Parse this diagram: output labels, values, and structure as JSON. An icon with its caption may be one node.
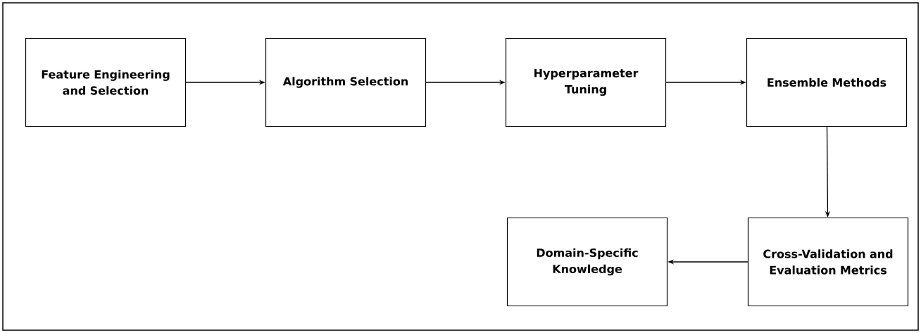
{
  "diagram": {
    "nodes": [
      {
        "text": [
          "Feature Engineering and Selection"
        ]
      },
      {
        "text": [
          "Algorithm Selection"
        ]
      },
      {
        "text": [
          "Hyperparameter Tuning"
        ]
      },
      {
        "text": [
          "Ensemble Methods"
        ]
      },
      {
        "text": [
          "Cross-Validation and Evaluation Metrics"
        ]
      },
      {
        "text": [
          "Domain-Specific Knowledge"
        ]
      }
    ],
    "edges": [
      {
        "from": 0,
        "to": 1,
        "arrow": "to"
      },
      {
        "from": 1,
        "to": 2,
        "arrow": "to"
      },
      {
        "from": 2,
        "to": 3,
        "arrow": "to"
      },
      {
        "from": 3,
        "to": 4,
        "arrow": "to"
      },
      {
        "from": 4,
        "to": 5,
        "arrow": "to"
      }
    ]
  }
}
